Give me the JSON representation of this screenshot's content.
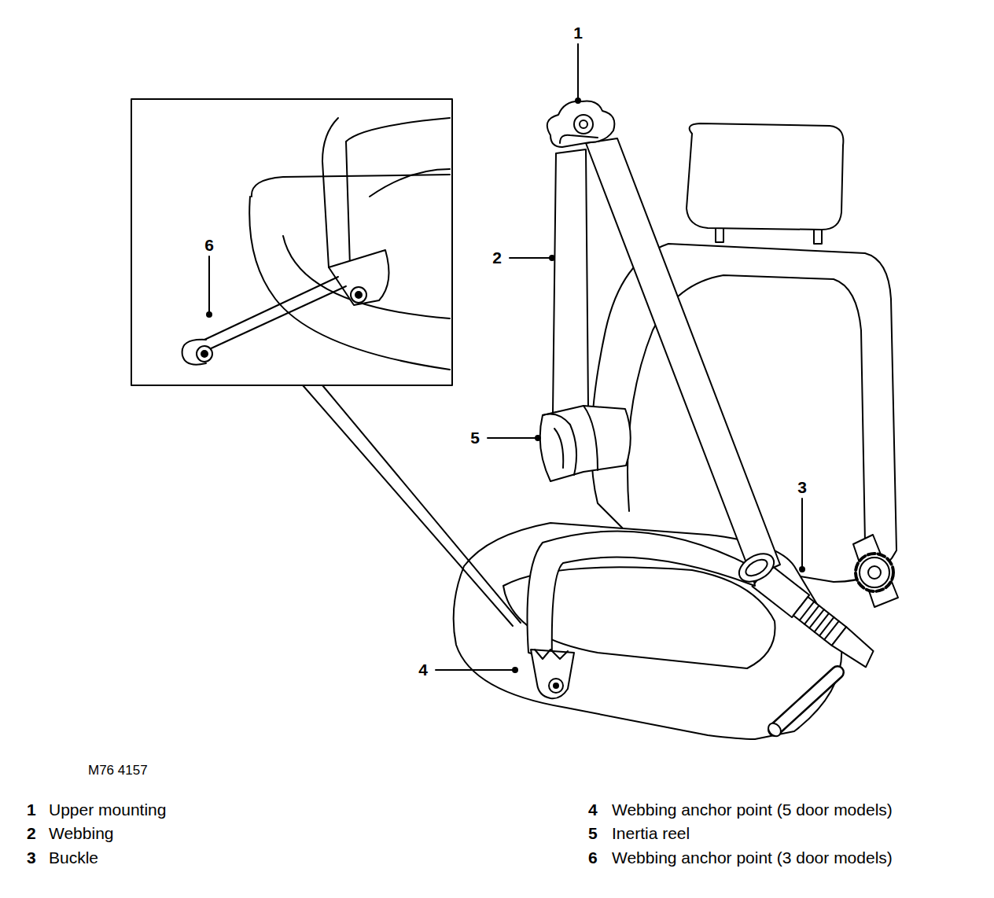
{
  "diagram": {
    "labels": [
      "1",
      "2",
      "6",
      "5",
      "3",
      "4",
      "M76 4157",
      "1",
      "Upper mounting",
      "2",
      "Webbing",
      "3",
      "Buckle",
      "4",
      "Webbing anchor point (5 door models)",
      "5",
      "Inertia reel",
      "6",
      "Webbing anchor point (3 door models)"
    ]
  }
}
